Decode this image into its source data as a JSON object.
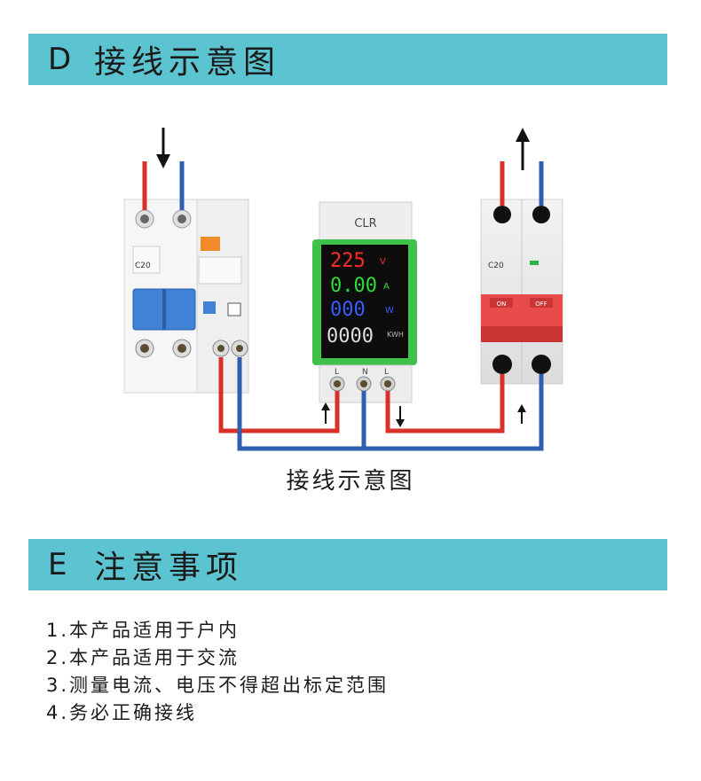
{
  "section_d": {
    "letter": "D",
    "title": "接线示意图"
  },
  "diagram": {
    "meter_brand": "CLR",
    "display": {
      "voltage_value": "225",
      "voltage_unit": "V",
      "current_value": "0.00",
      "current_unit": "A",
      "power_value": "000",
      "power_unit": "W",
      "energy_value": "0000",
      "energy_unit": "KWH"
    },
    "terminals": [
      "L",
      "N",
      "L"
    ],
    "left_breaker_label": "C20",
    "right_breaker_label": "C20",
    "right_breaker_buttons": [
      "ON",
      "OFF"
    ],
    "caption": "接线示意图",
    "colors": {
      "live": "#d9302a",
      "neutral": "#2e5fb0",
      "meter_frame": "#3ec24a"
    }
  },
  "section_e": {
    "letter": "E",
    "title": "注意事项"
  },
  "notes": [
    "1.本产品适用于户内",
    "2.本产品适用于交流",
    "3.测量电流、电压不得超出标定范围",
    "4.务必正确接线"
  ]
}
